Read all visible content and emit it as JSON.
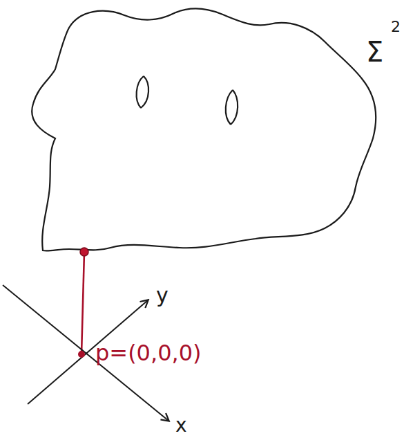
{
  "diagram": {
    "labels": [
      "Σ",
      "2",
      "y",
      "p=(0,0,0)",
      "x"
    ]
  }
}
